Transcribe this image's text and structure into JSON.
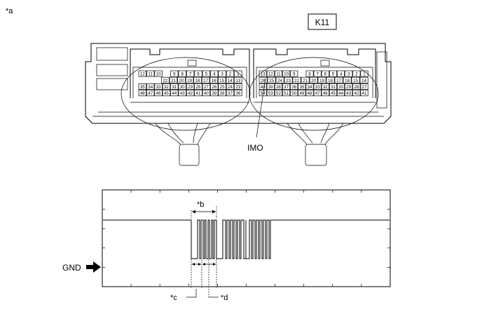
{
  "figure_label": "*a",
  "connector": {
    "name": "K11",
    "left_block": {
      "rows": [
        [
          "12",
          "11",
          "10",
          "",
          "9",
          "8",
          "7",
          "6",
          "5",
          "4",
          "3",
          "2",
          "1"
        ],
        [
          "22",
          "21",
          "20",
          "19",
          "18",
          "17",
          "16",
          "15",
          "14",
          "13"
        ],
        [
          "35",
          "34",
          "33",
          "32",
          "31",
          "30",
          "29",
          "28",
          "27",
          "26",
          "25",
          "24",
          "23"
        ],
        [
          "48",
          "47",
          "46",
          "45",
          "44",
          "43",
          "42",
          "41",
          "40",
          "39",
          "38",
          "37",
          "36"
        ]
      ]
    },
    "right_block": {
      "rows": [
        [
          "13",
          "12",
          "11",
          "10",
          "9",
          "",
          "8",
          "7",
          "6",
          "5",
          "4",
          "3",
          "2",
          "1"
        ],
        [
          "26",
          "25",
          "24",
          "23",
          "22",
          "21",
          "20",
          "19",
          "18",
          "17",
          "16",
          "15",
          "14"
        ],
        [
          "40",
          "39",
          "38",
          "37",
          "36",
          "35",
          "34",
          "33",
          "32",
          "31",
          "30",
          "29",
          "28",
          "27"
        ],
        [
          "54",
          "53",
          "52",
          "51",
          "50",
          "49",
          "48",
          "47",
          "46",
          "45",
          "44",
          "43",
          "42",
          "41"
        ]
      ]
    },
    "terminal_label": "IMO"
  },
  "waveform": {
    "ground_label": "GND",
    "callouts": {
      "b": "*b",
      "c": "*c",
      "d": "*d"
    }
  }
}
